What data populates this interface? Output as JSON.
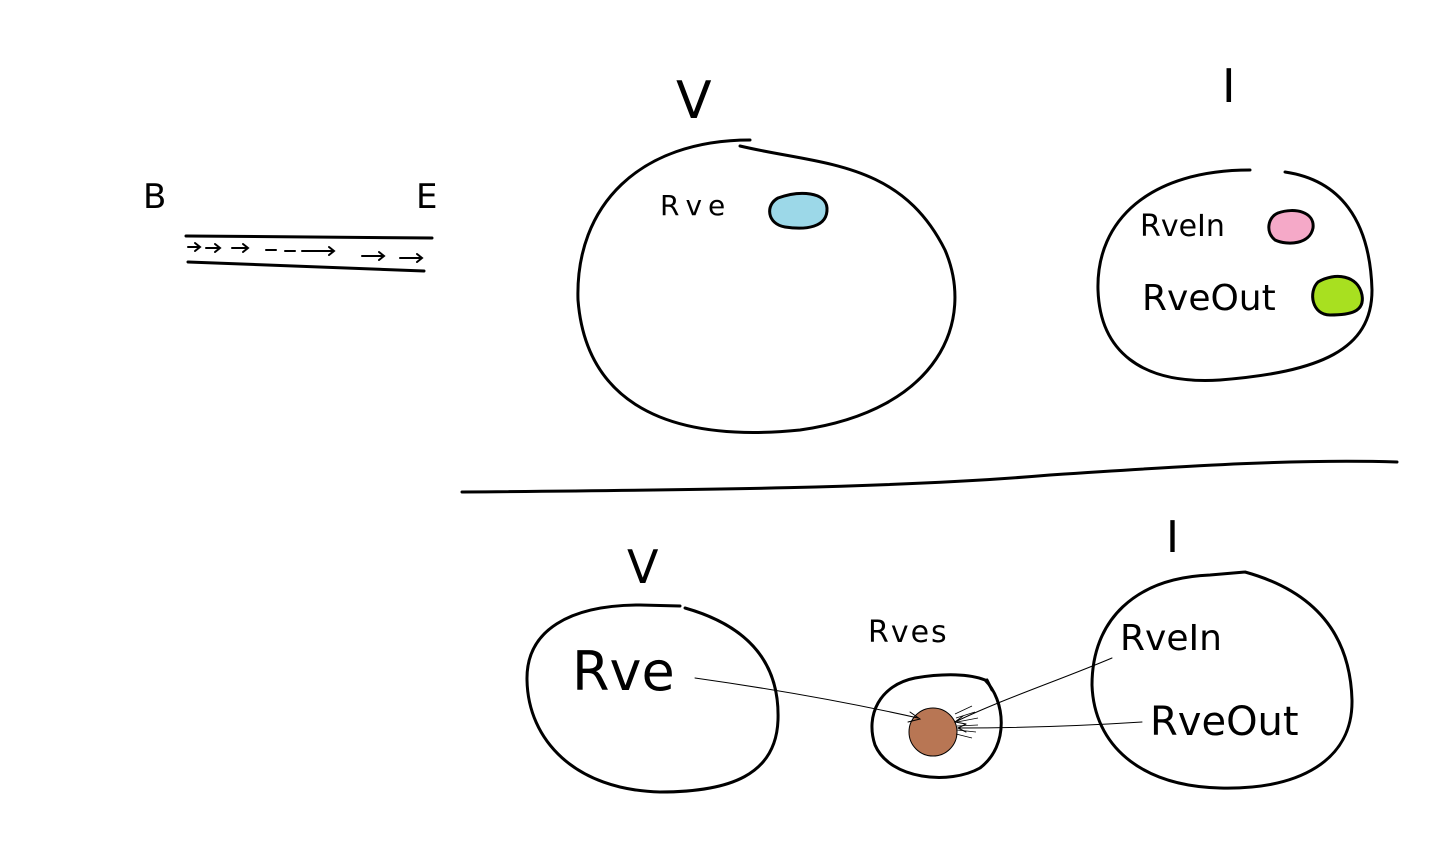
{
  "labels": {
    "B": "B",
    "E": "E",
    "V_top": "V",
    "I_top": "I",
    "rve_top": "Rve",
    "rvein_top": "RveIn",
    "rveout_top": "RveOut",
    "V_bottom": "V",
    "I_bottom": "I",
    "rve_bottom": "Rve",
    "rves": "Rves",
    "rvein_bottom": "RveIn",
    "rveout_bottom": "RveOut"
  },
  "colors": {
    "rve_blob": "#9cd8e8",
    "rvein_blob": "#f5a9c8",
    "rveout_blob": "#a8e020",
    "rves_blob": "#b87654",
    "stroke": "#000000",
    "background": "#ffffff"
  }
}
